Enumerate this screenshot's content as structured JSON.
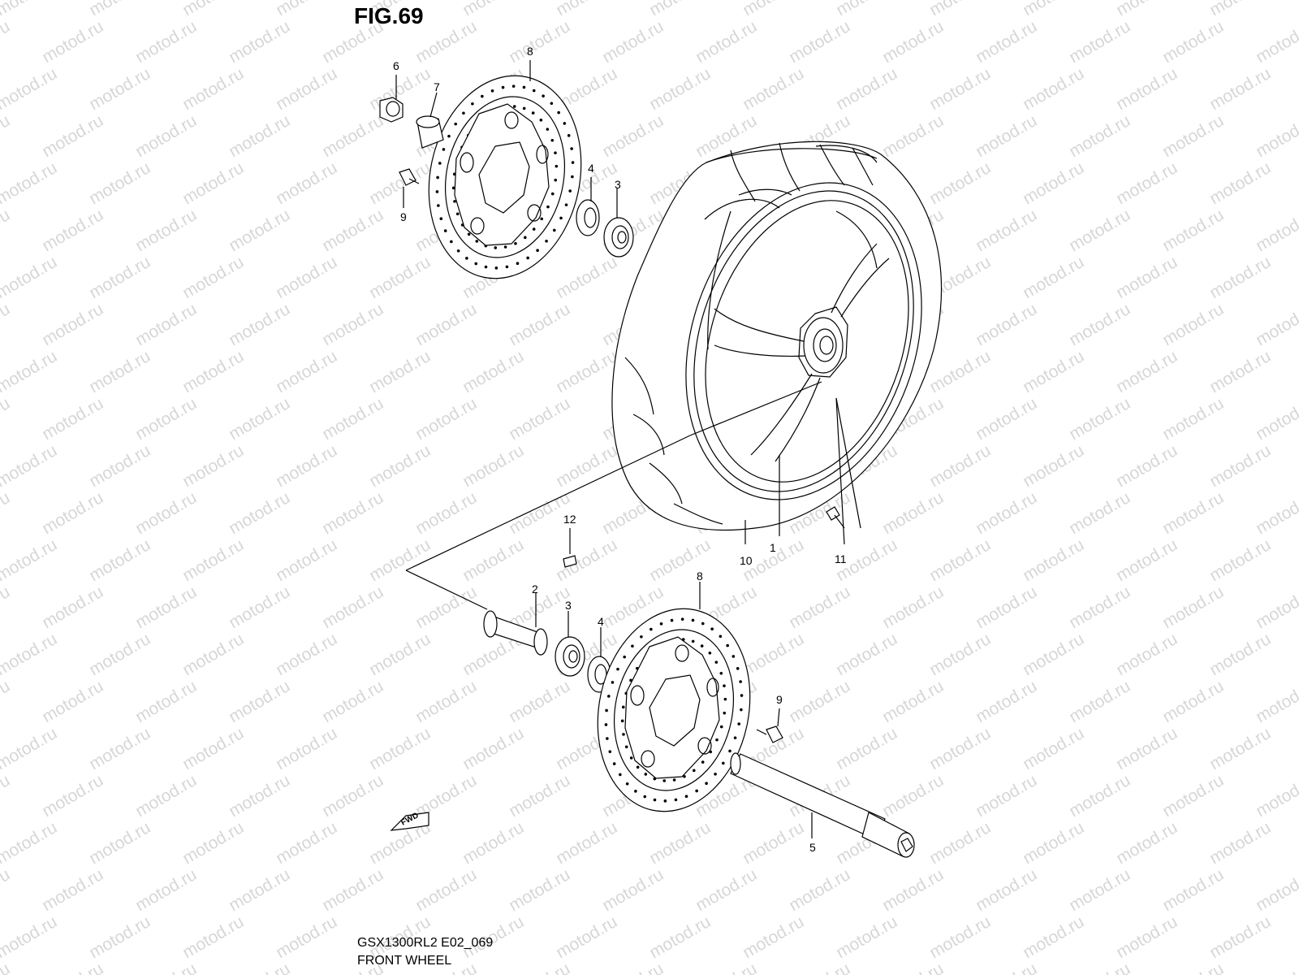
{
  "figure": {
    "title": "FIG.69",
    "model_code": "GSX1300RL2 E02_069",
    "subtitle": "FRONT WHEEL",
    "watermark": "motod.ru",
    "fwd_label": "FWD"
  },
  "callouts": [
    "1",
    "2",
    "3",
    "4",
    "5",
    "6",
    "7",
    "8",
    "9",
    "10",
    "11",
    "12",
    "3",
    "4",
    "8",
    "9"
  ]
}
